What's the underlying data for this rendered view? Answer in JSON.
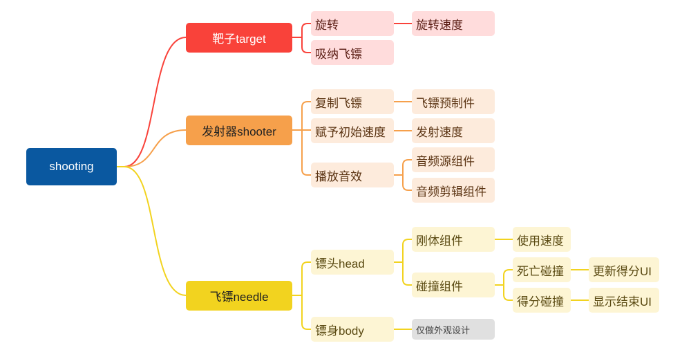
{
  "root": {
    "label": "shooting"
  },
  "branches": {
    "target": {
      "label": "靶子target",
      "color": "#F9423A",
      "children": {
        "rotate": {
          "label": "旋转",
          "child": {
            "label": "旋转速度"
          }
        },
        "absorb": {
          "label": "吸纳飞镖"
        }
      }
    },
    "shooter": {
      "label": "发射器shooter",
      "color": "#F6A04B",
      "children": {
        "copy": {
          "label": "复制飞镖",
          "child": {
            "label": "飞镖预制件"
          }
        },
        "init_speed": {
          "label": "赋予初始速度",
          "child": {
            "label": "发射速度"
          }
        },
        "sound": {
          "label": "播放音效",
          "children": [
            "音频源组件",
            "音频剪辑组件"
          ]
        }
      }
    },
    "needle": {
      "label": "飞镖needle",
      "color": "#F2D31F",
      "children": {
        "head": {
          "label": "镖头head",
          "rigidbody": {
            "label": "刚体组件",
            "child": {
              "label": "使用速度"
            }
          },
          "collider": {
            "label": "碰撞组件",
            "death": {
              "label": "死亡碰撞",
              "child": {
                "label": "更新得分UI"
              }
            },
            "score": {
              "label": "得分碰撞",
              "child": {
                "label": "显示结束UI"
              }
            }
          }
        },
        "body": {
          "label": "镖身body",
          "note": {
            "label": "仅做外观设计"
          }
        }
      }
    }
  }
}
